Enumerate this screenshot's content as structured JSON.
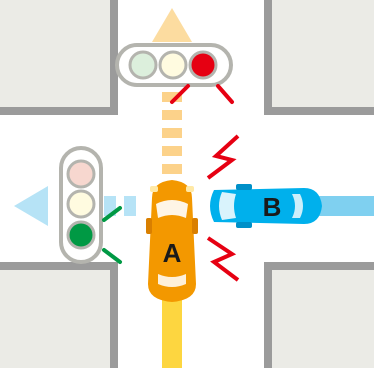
{
  "car_a": {
    "label": "A",
    "color": "#f39800",
    "direction": "north",
    "path_color": "#fcc800"
  },
  "car_b": {
    "label": "B",
    "color": "#00b0ec",
    "direction": "west",
    "path_color": "#7fd0f0"
  },
  "signal_north": {
    "state": "red",
    "red_color": "#e60012",
    "unlit_color": "#dcefdc"
  },
  "signal_west": {
    "state": "green",
    "green_color": "#009944",
    "unlit_color": "#f7d7cf"
  },
  "collision_marks": {
    "color": "#e60012"
  },
  "block_color": "#ebebe6",
  "curb_color": "#9b9b9b"
}
